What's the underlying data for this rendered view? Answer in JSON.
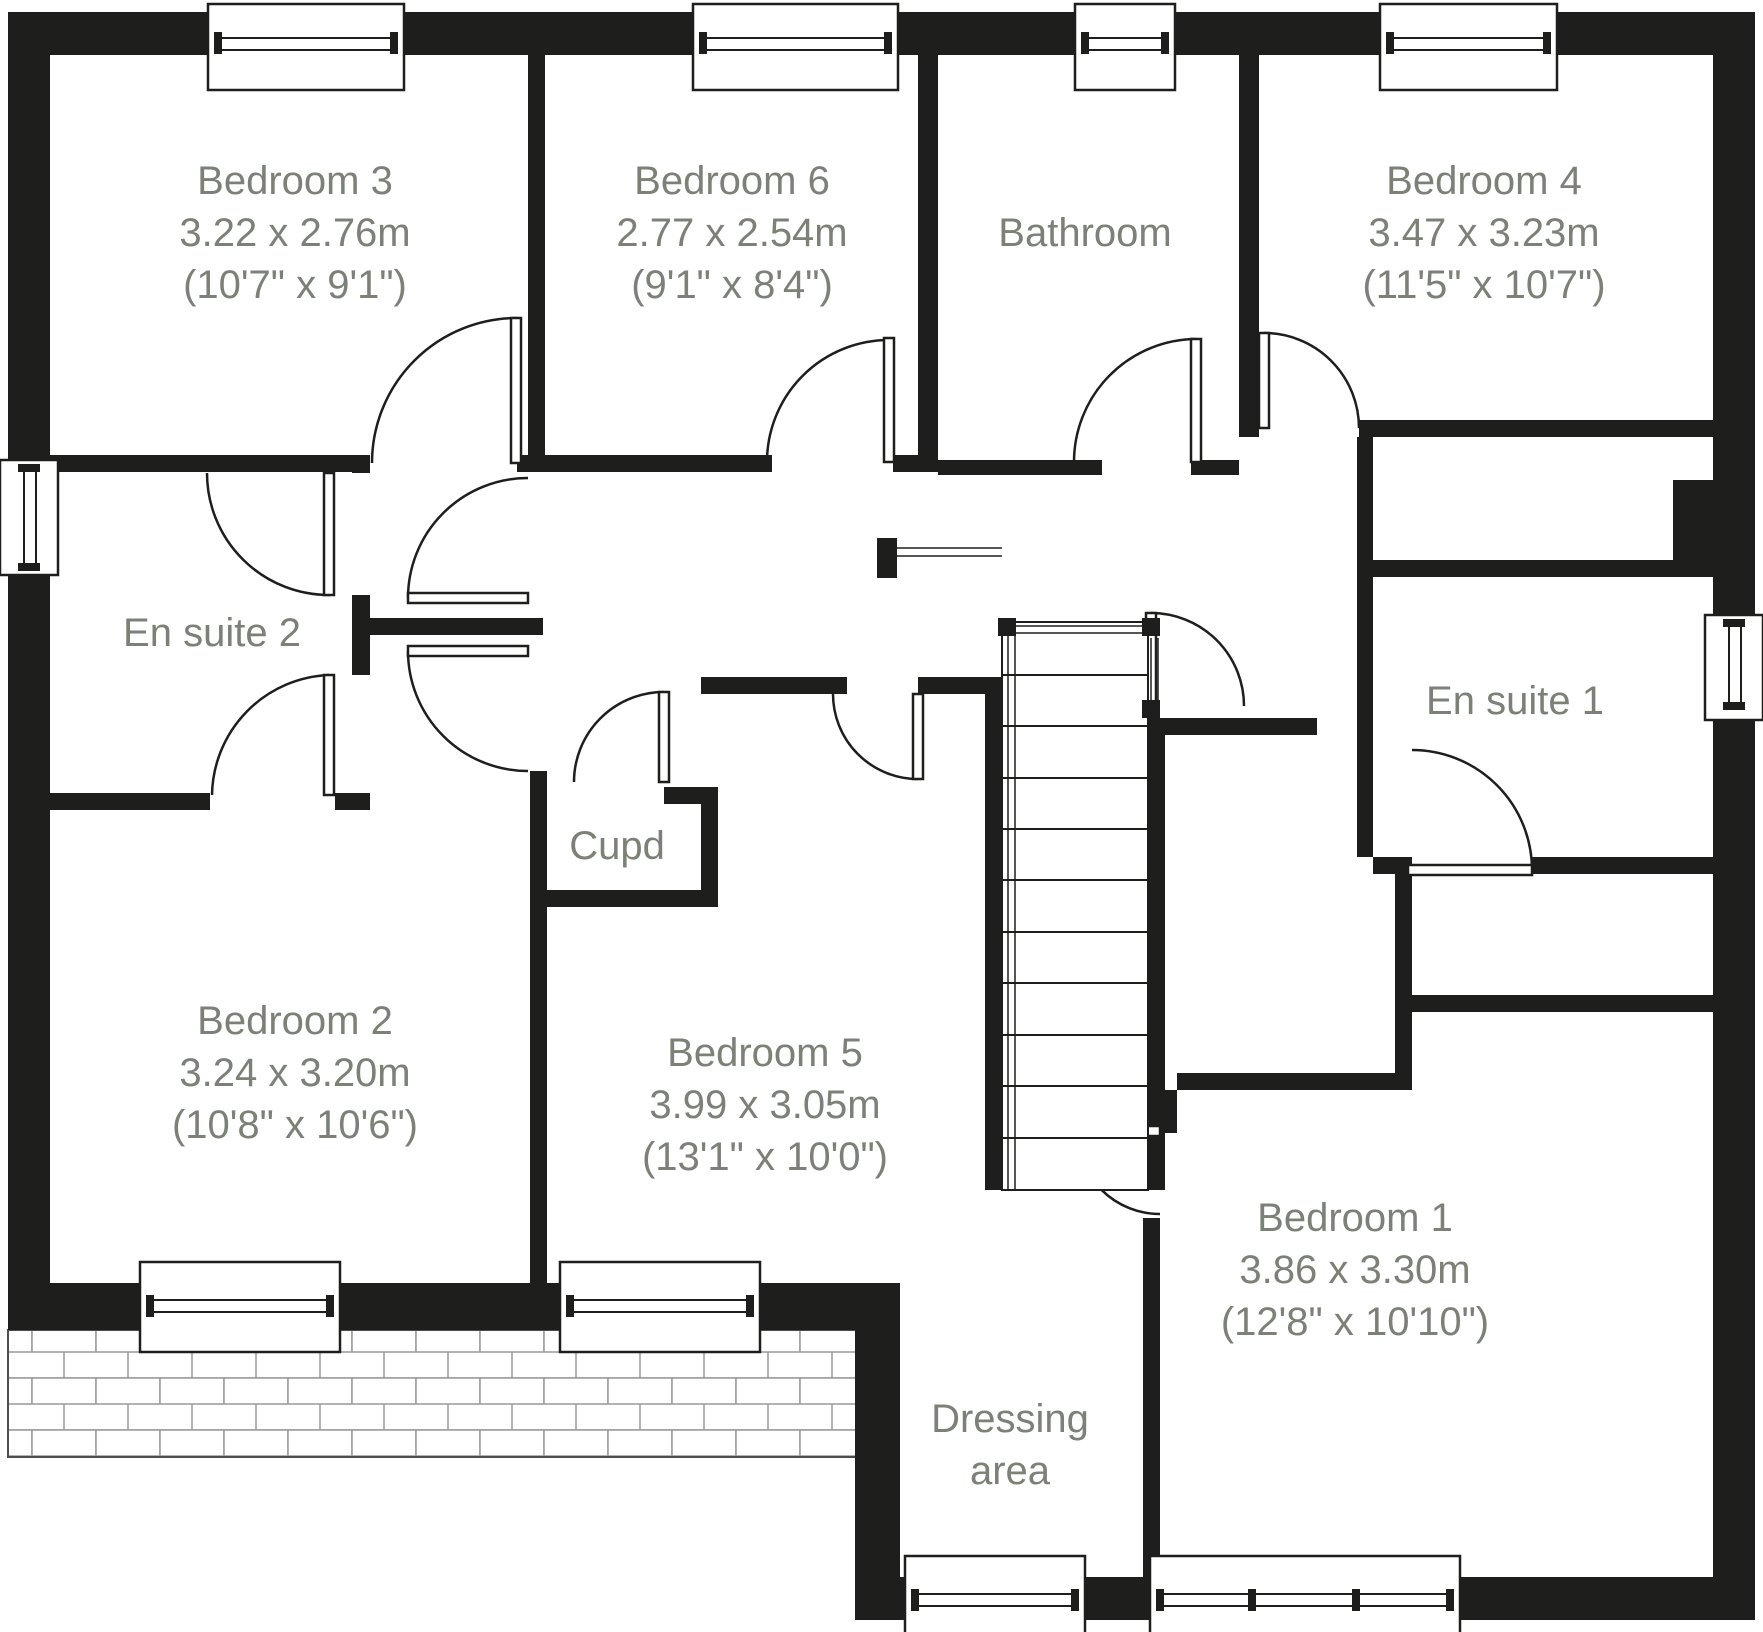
{
  "plan_type": "floor-plan",
  "colors": {
    "wall": "#1e1e1c",
    "label_text": "#7c8177",
    "background": "#ffffff",
    "brick_line": "#999999"
  },
  "rooms": {
    "bedroom3": {
      "name": "Bedroom 3",
      "metric": "3.22 x 2.76m",
      "imperial": "(10'7\" x 9'1\")"
    },
    "bedroom6": {
      "name": "Bedroom 6",
      "metric": "2.77 x 2.54m",
      "imperial": "(9'1\" x 8'4\")"
    },
    "bathroom": {
      "name": "Bathroom"
    },
    "bedroom4": {
      "name": "Bedroom 4",
      "metric": "3.47 x 3.23m",
      "imperial": "(11'5\" x 10'7\")"
    },
    "ensuite2": {
      "name": "En suite 2"
    },
    "ensuite1": {
      "name": "En suite 1"
    },
    "cupd": {
      "name": "Cupd"
    },
    "bedroom2": {
      "name": "Bedroom 2",
      "metric": "3.24 x 3.20m",
      "imperial": "(10'8\" x 10'6\")"
    },
    "bedroom5": {
      "name": "Bedroom 5",
      "metric": "3.99 x 3.05m",
      "imperial": "(13'1\" x 10'0\")"
    },
    "bedroom1": {
      "name": "Bedroom 1",
      "metric": "3.86 x 3.30m",
      "imperial": "(12'8\" x 10'10\")"
    },
    "dressing": {
      "name": "Dressing",
      "name_line2": "area"
    }
  },
  "features": {
    "staircase": "central straight flight with treads, stringer and newel posts",
    "windows": [
      "bedroom-3",
      "bedroom-6",
      "bathroom",
      "bedroom-4",
      "en-suite-2",
      "en-suite-1",
      "bedroom-2",
      "bedroom-5",
      "dressing-area",
      "bedroom-1"
    ],
    "doors": [
      "bedroom-3",
      "en-suite-2-upper",
      "en-suite-2-lower",
      "landing-upper",
      "landing-lower",
      "cupd",
      "bedroom-5",
      "bedroom-6",
      "bathroom",
      "bedroom-4",
      "corridor",
      "en-suite-1",
      "bedroom-1-dressing"
    ],
    "brick_terrace": "flat roof / brick area below lower-left external wall"
  }
}
